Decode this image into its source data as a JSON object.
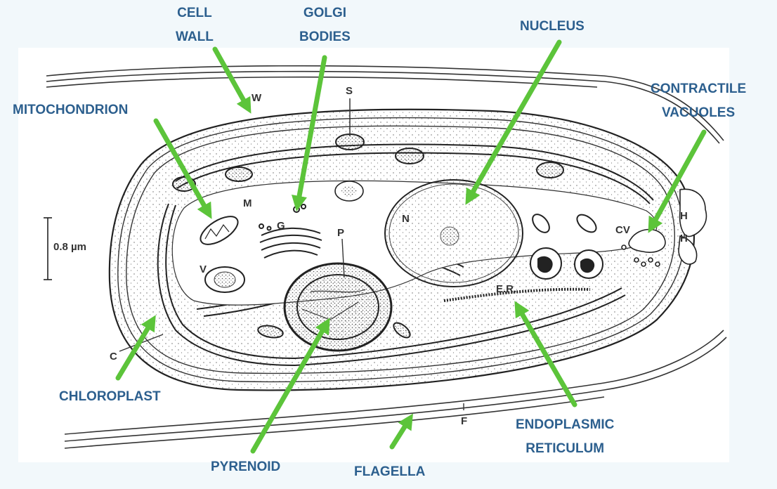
{
  "callouts": {
    "cell_wall": [
      "CELL",
      "WALL"
    ],
    "golgi": [
      "GOLGI",
      "BODIES"
    ],
    "nucleus": "NUCLEUS",
    "contractile": [
      "CONTRACTILE",
      "VACUOLES"
    ],
    "mitochondrion": "MITOCHONDRION",
    "chloroplast": "CHLOROPLAST",
    "pyrenoid": "PYRENOID",
    "flagella": "FLAGELLA",
    "er": [
      "ENDOPLASMIC",
      "RETICULUM"
    ]
  },
  "micrograph_labels": {
    "W": "W",
    "S": "S",
    "M": "M",
    "G": "G",
    "P": "P",
    "N": "N",
    "V": "V",
    "CV": "CV",
    "ER": "E.R.",
    "C": "C",
    "F": "F",
    "H": "H"
  },
  "scale_bar": "0.8 µm",
  "colors": {
    "arrow": "#5cc43a",
    "callout_text": "#2c5f8e",
    "ink": "#333333"
  }
}
